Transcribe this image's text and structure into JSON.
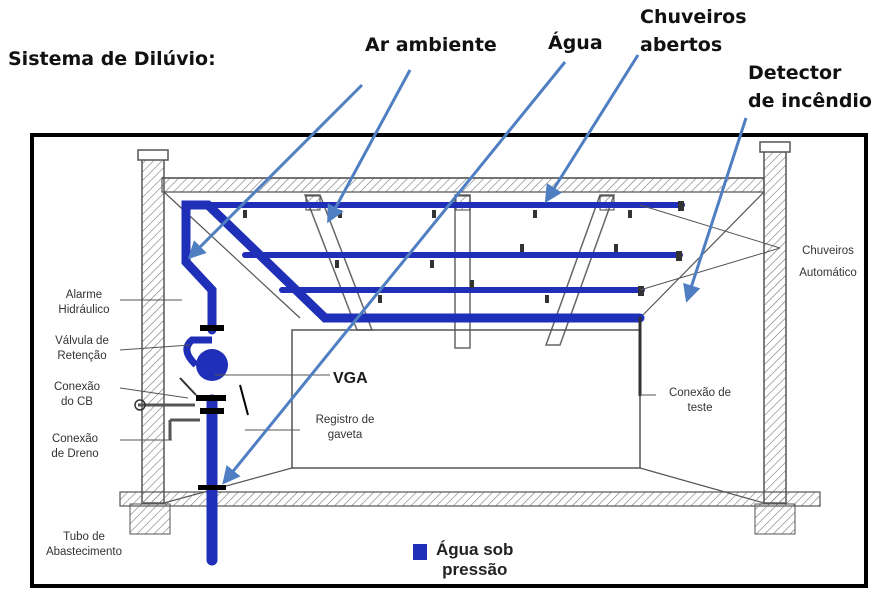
{
  "title": "Sistema de Dilúvio:",
  "callouts": {
    "ar_ambiente": "Ar ambiente",
    "agua": "Água",
    "chuveiros_abertos_1": "Chuveiros",
    "chuveiros_abertos_2": "abertos",
    "detector_1": "Detector",
    "detector_2": "de incêndio"
  },
  "labels": {
    "alarme_1": "Alarme",
    "alarme_2": "Hidráulico",
    "valvula_1": "Válvula de",
    "valvula_2": "Retenção",
    "conexao_cb_1": "Conexão",
    "conexao_cb_2": "do CB",
    "conexao_dreno_1": "Conexão",
    "conexao_dreno_2": "de Dreno",
    "tubo_1": "Tubo de",
    "tubo_2": "Abastecimento",
    "vga": "VGA",
    "registro_1": "Registro de",
    "registro_2": "gaveta",
    "conexao_teste_1": "Conexão de",
    "conexao_teste_2": "teste",
    "chuveiros_auto_1": "Chuveiros",
    "chuveiros_auto_2": "Automático"
  },
  "legend": {
    "line1": "Água sob",
    "line2": "pressão"
  },
  "colors": {
    "pipe": "#1f2fb8",
    "arrow": "#4f7fc2"
  }
}
